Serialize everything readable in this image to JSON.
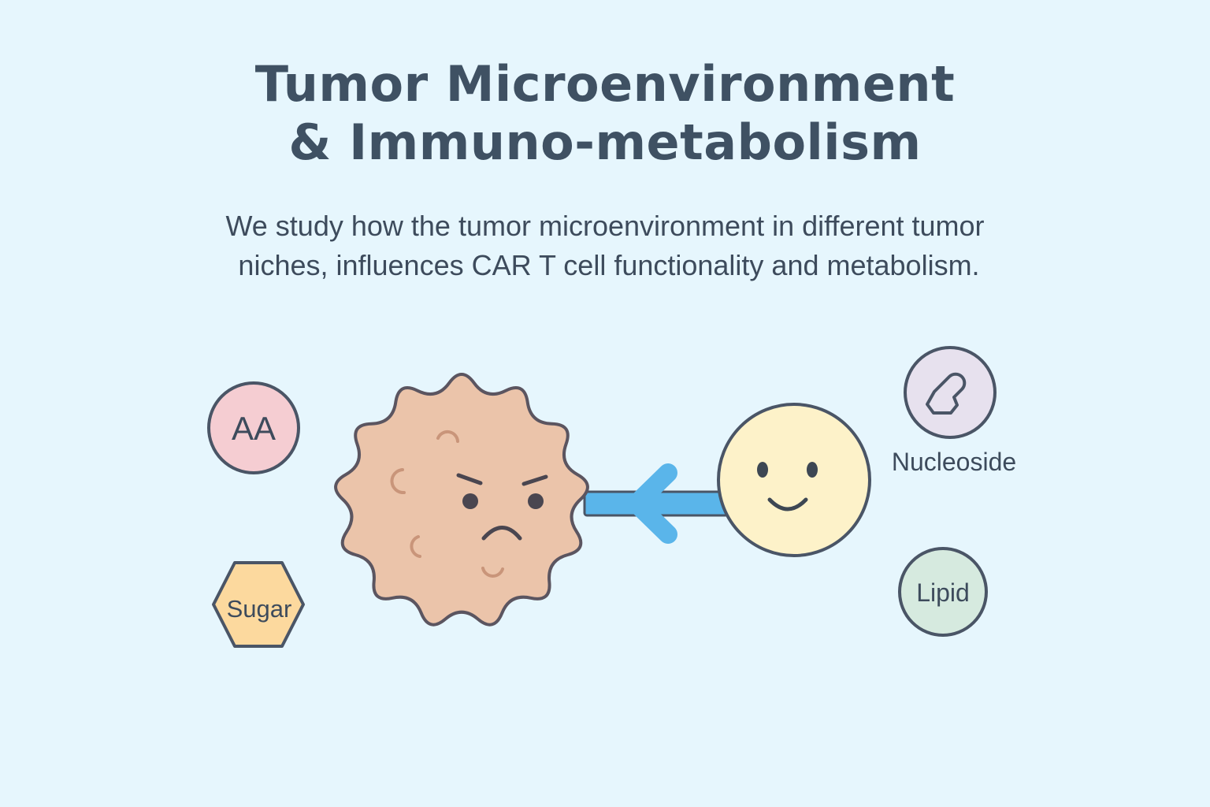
{
  "title": {
    "line1": "Tumor Microenvironment",
    "line2": "& Immuno-metabolism"
  },
  "subtitle": {
    "line1": "We study how the tumor microenvironment in different tumor",
    "line2": "niches, influences CAR T cell functionality and metabolism."
  },
  "metabolites": {
    "aa": {
      "label": "AA",
      "color": "#f5cdd2"
    },
    "sugar": {
      "label": "Sugar",
      "color": "#fcd99e"
    },
    "nucleoside": {
      "label": "Nucleoside",
      "color": "#e7e1ee"
    },
    "lipid": {
      "label": "Lipid",
      "color": "#d6eadf"
    }
  },
  "colors": {
    "background": "#e6f6fd",
    "tumor_fill": "#ebc4aa",
    "tumor_marks": "#c9957a",
    "car_t_fill": "#fdf2c9",
    "receptor": "#5ab5ea",
    "outline": "#4a5566"
  },
  "icons": {
    "tumor": "angry-tumor-cell",
    "car_t": "smiling-car-t-cell",
    "receptor": "car-receptor-arrow",
    "nucleoside": "nucleoside-molecule-icon"
  }
}
